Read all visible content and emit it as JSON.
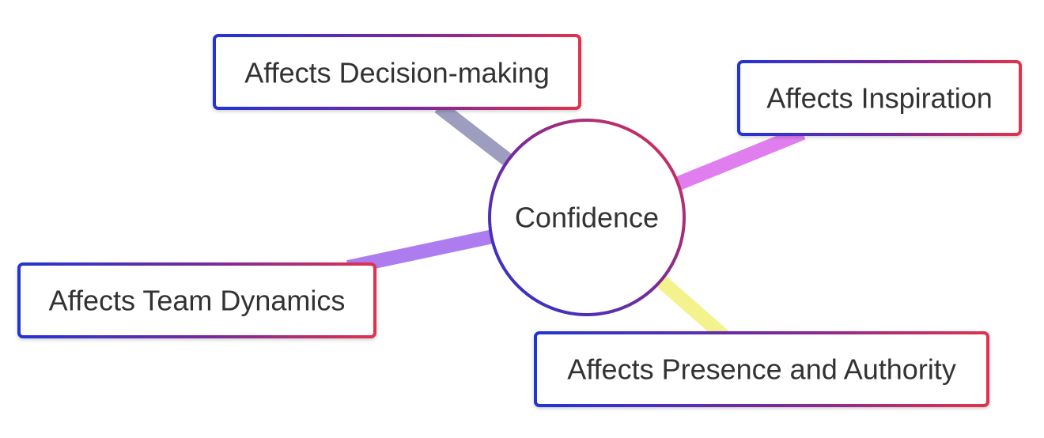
{
  "mindmap": {
    "center": {
      "label": "Confidence"
    },
    "branches": [
      {
        "label": "Affects Decision-making",
        "link_color": "#9d9dbf"
      },
      {
        "label": "Affects Inspiration",
        "link_color": "#e07ef0"
      },
      {
        "label": "Affects Team Dynamics",
        "link_color": "#ad7df0"
      },
      {
        "label": "Affects Presence and Authority",
        "link_color": "#f4f28c"
      }
    ]
  },
  "colors": {
    "border_gradient_start": "#2334d4",
    "border_gradient_mid": "#7a2a9a",
    "border_gradient_end": "#e0314e",
    "text": "#333333",
    "node_fill": "#ffffff"
  }
}
